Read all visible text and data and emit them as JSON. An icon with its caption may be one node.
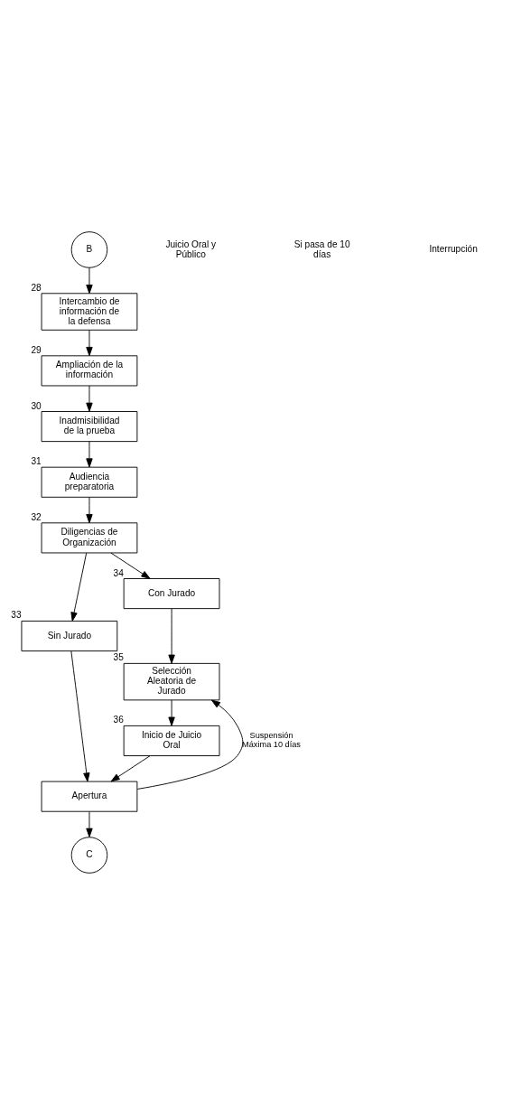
{
  "diagram": {
    "nodes": [
      {
        "text": [
          "B"
        ]
      },
      {
        "text": [
          "Intercambio de información de la defensa"
        ],
        "beside": [
          "28"
        ]
      },
      {
        "text": [
          "Ampliación de la información"
        ],
        "beside": [
          "29"
        ]
      },
      {
        "text": [
          "Inadmisibilidad de la prueba"
        ],
        "beside": [
          "30"
        ]
      },
      {
        "text": [
          "Audiencia preparatoria"
        ],
        "beside": [
          "31"
        ]
      },
      {
        "text": [
          "Diligencias de Organización"
        ],
        "beside": [
          "32"
        ]
      },
      {
        "text": [
          "Sin Jurado"
        ],
        "beside": [
          "33"
        ]
      },
      {
        "text": [
          "Con Jurado"
        ],
        "beside": [
          "34"
        ]
      },
      {
        "text": [
          "Selección Aleatoria de Jurado"
        ],
        "beside": [
          "35"
        ]
      },
      {
        "text": [
          "Inicio de Juicio Oral"
        ],
        "beside": [
          "36"
        ]
      },
      {
        "text": [
          "Apertura"
        ]
      },
      {
        "text": [
          "C"
        ]
      }
    ],
    "edges": [
      {
        "from": 0,
        "to": 1,
        "arrow": "to"
      },
      {
        "from": 1,
        "to": 2,
        "arrow": "to"
      },
      {
        "from": 2,
        "to": 3,
        "arrow": "to"
      },
      {
        "from": 3,
        "to": 4,
        "arrow": "to"
      },
      {
        "from": 4,
        "to": 5,
        "arrow": "to"
      },
      {
        "from": 5,
        "to": 6,
        "arrow": "to"
      },
      {
        "from": 5,
        "to": 7,
        "arrow": "to"
      },
      {
        "from": 7,
        "to": 8,
        "arrow": "to"
      },
      {
        "from": 8,
        "to": 9,
        "arrow": "to"
      },
      {
        "from": 9,
        "to": 10,
        "arrow": "to"
      },
      {
        "from": 6,
        "to": 10,
        "arrow": "to"
      },
      {
        "from": 10,
        "to": 11,
        "arrow": "to"
      },
      {
        "from": 10,
        "to": 8,
        "arrow": "to",
        "label": "Suspensión Máxima 10 días"
      }
    ],
    "labels": [
      "Juicio Oral y Público",
      "Si pasa de 10 días",
      "Interrupción"
    ]
  }
}
